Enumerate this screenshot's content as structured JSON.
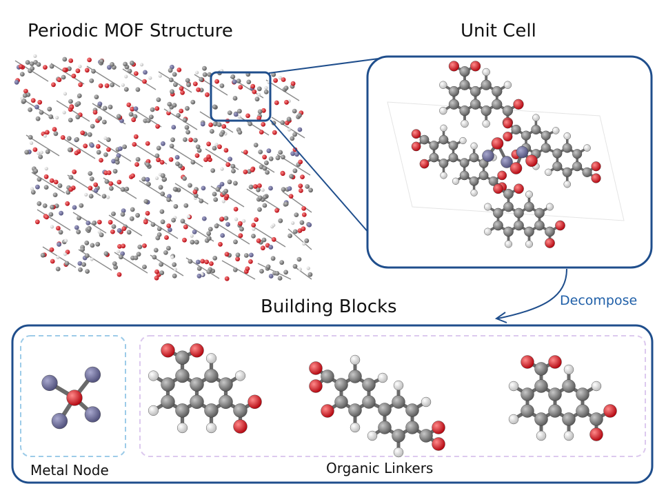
{
  "titles": {
    "periodic": "Periodic MOF Structure",
    "unit_cell": "Unit Cell",
    "building_blocks": "Building Blocks"
  },
  "labels": {
    "decompose": "Decompose",
    "metal_node": "Metal Node",
    "organic_linkers": "Organic Linkers"
  },
  "colors": {
    "frame": "#1f4e8c",
    "arrow": "#1f4e8c",
    "metal_box": "#9ccbe8",
    "linker_box": "#dcc9ee",
    "carbon": "#7b7b7b",
    "oxygen": "#e8101a",
    "hydrogen": "#e6e6e6",
    "metal": "#6e6e96"
  }
}
